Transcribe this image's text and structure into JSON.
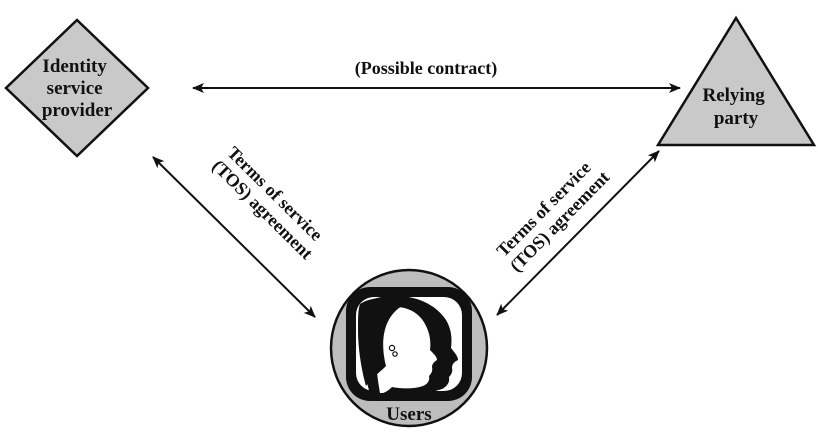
{
  "nodes": {
    "identity_provider": {
      "lines": [
        "Identity",
        "service",
        "provider"
      ]
    },
    "relying_party": {
      "lines": [
        "Relying",
        "party"
      ]
    },
    "users": {
      "label": "Users"
    }
  },
  "edges": {
    "contract": {
      "label": "(Possible contract)"
    },
    "left_tos": {
      "lines": [
        "Terms of service",
        "(TOS) agreement"
      ]
    },
    "right_tos": {
      "lines": [
        "Terms of service",
        "(TOS) agreement"
      ]
    }
  },
  "colors": {
    "shape_fill": "#c9c9c9",
    "stroke": "#111111"
  }
}
